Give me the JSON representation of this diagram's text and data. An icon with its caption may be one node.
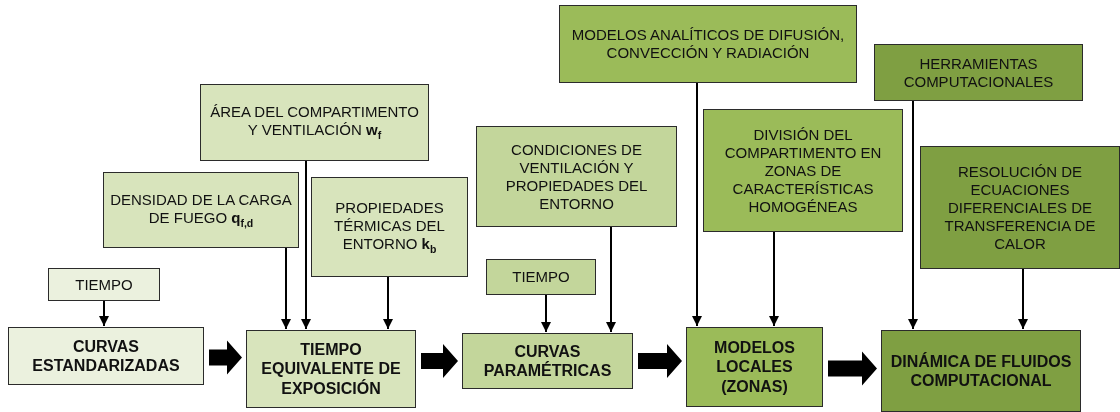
{
  "diagram": {
    "nodes": [
      {
        "text": [
          "TIEMPO"
        ]
      },
      {
        "text": [
          "CURVAS ESTANDARIZADAS"
        ]
      },
      {
        "text": [
          "DENSIDAD DE LA CARGA DE FUEGO **q**$_{f,d}$"
        ]
      },
      {
        "text": [
          "ÁREA DEL COMPARTIMENTO Y VENTILACIÓN **w**$_{f}$"
        ]
      },
      {
        "text": [
          "PROPIEDADES TÉRMICAS DEL ENTORNO **k**$_{b}$"
        ]
      },
      {
        "text": [
          "TIEMPO EQUIVALENTE DE EXPOSICIÓN"
        ]
      },
      {
        "text": [
          "CONDICIONES DE VENTILACIÓN Y PROPIEDADES DEL ENTORNO"
        ]
      },
      {
        "text": [
          "TIEMPO"
        ]
      },
      {
        "text": [
          "CURVAS PARAMÉTRICAS"
        ]
      },
      {
        "text": [
          "MODELOS ANALÍTICOS DE DIFUSIÓN, CONVECCIÓN Y RADIACIÓN"
        ]
      },
      {
        "text": [
          "DIVISIÓN DEL COMPARTIMENTO EN ZONAS DE CARACTERÍSTICAS HOMOGÉNEAS"
        ]
      },
      {
        "text": [
          "MODELOS LOCALES (ZONAS)"
        ]
      },
      {
        "text": [
          "HERRAMIENTAS COMPUTACIONALES"
        ]
      },
      {
        "text": [
          "RESOLUCIÓN DE ECUACIONES DIFERENCIALES DE TRANSFERENCIA DE CALOR"
        ]
      },
      {
        "text": [
          "DINÁMICA DE FLUIDOS COMPUTACIONAL"
        ]
      }
    ],
    "edges": [
      {
        "from": 0,
        "to": 1,
        "arrow": "to"
      },
      {
        "from": 2,
        "to": 5,
        "arrow": "to"
      },
      {
        "from": 3,
        "to": 5,
        "arrow": "to"
      },
      {
        "from": 4,
        "to": 5,
        "arrow": "to"
      },
      {
        "from": 7,
        "to": 8,
        "arrow": "to"
      },
      {
        "from": 6,
        "to": 8,
        "arrow": "to"
      },
      {
        "from": 9,
        "to": 11,
        "arrow": "to"
      },
      {
        "from": 10,
        "to": 11,
        "arrow": "to"
      },
      {
        "from": 12,
        "to": 14,
        "arrow": "to"
      },
      {
        "from": 13,
        "to": 14,
        "arrow": "to"
      },
      {
        "from": 1,
        "to": 5,
        "arrow": "to",
        "style": "thick"
      },
      {
        "from": 5,
        "to": 8,
        "arrow": "to",
        "style": "thick"
      },
      {
        "from": 8,
        "to": 11,
        "arrow": "to",
        "style": "thick"
      },
      {
        "from": 11,
        "to": 14,
        "arrow": "to",
        "style": "thick"
      }
    ]
  }
}
